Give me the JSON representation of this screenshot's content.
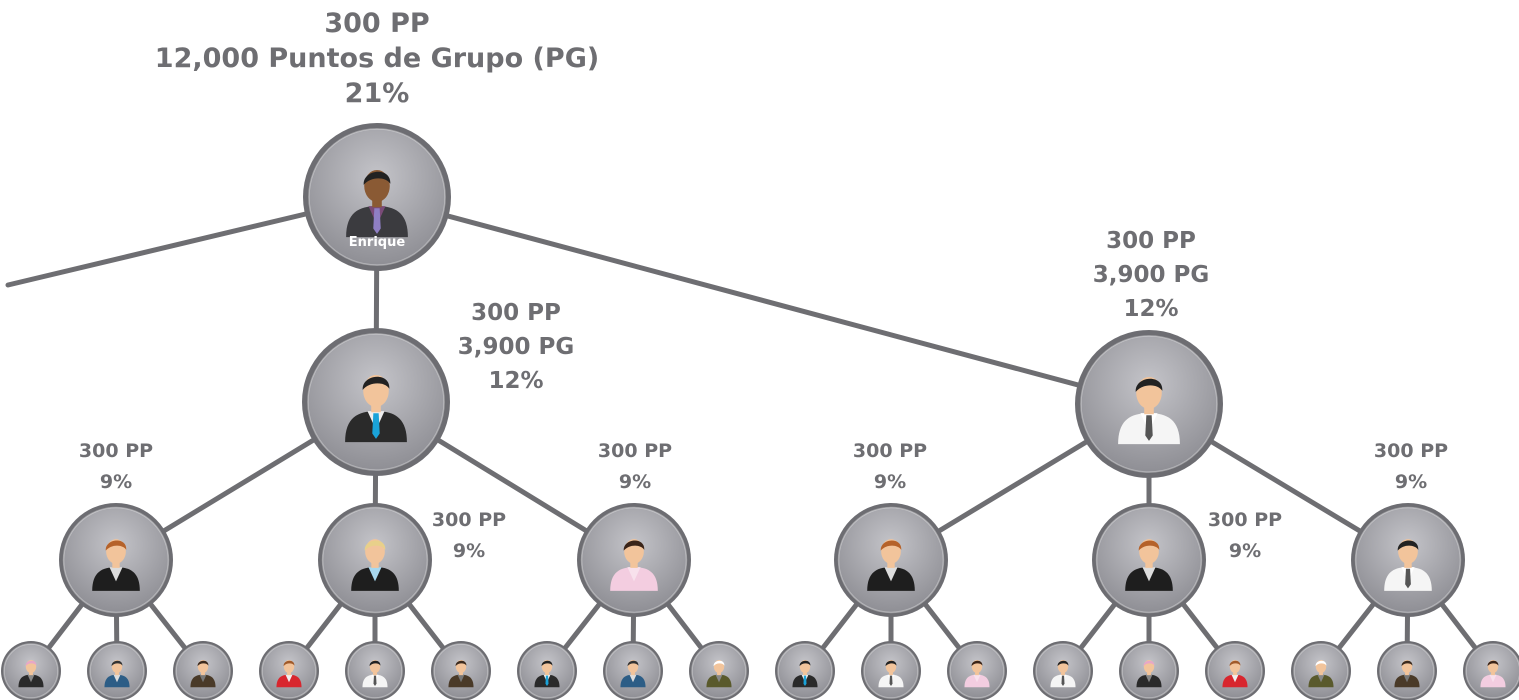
{
  "root": {
    "name": "Enrique",
    "lines": [
      "300 PP",
      "12,000 Puntos de Grupo (PG)",
      "21%"
    ]
  },
  "level1": {
    "left": {
      "lines": [
        "300 PP",
        "3,900 PG",
        "12%"
      ]
    },
    "right": {
      "lines": [
        "300 PP",
        "3,900 PG",
        "12%"
      ]
    }
  },
  "level2": [
    {
      "lines": [
        "300 PP",
        "9%"
      ]
    },
    {
      "lines": [
        "300 PP",
        "9%"
      ]
    },
    {
      "lines": [
        "300 PP",
        "9%"
      ]
    },
    {
      "lines": [
        "300 PP",
        "9%"
      ]
    },
    {
      "lines": [
        "300 PP",
        "9%"
      ]
    },
    {
      "lines": [
        "300 PP",
        "9%"
      ]
    }
  ],
  "colors": {
    "line": "#6e6e72",
    "ring": "#6d6d72",
    "disc": "#a2a2a8",
    "text": "#6e6e72"
  }
}
